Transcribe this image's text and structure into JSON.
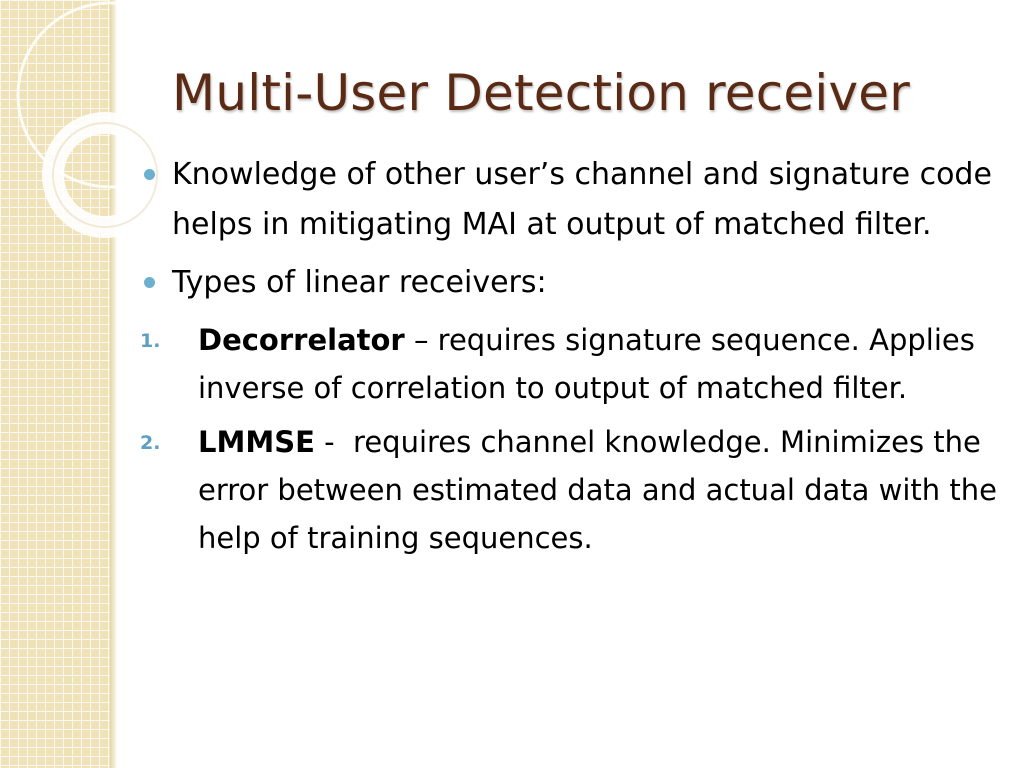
{
  "slide": {
    "title": "Multi-User Detection receiver",
    "bullets": [
      {
        "text": "Knowledge of other user’s channel and signature code helps in mitigating MAI at output of matched filter."
      },
      {
        "text": "Types of linear receivers:"
      }
    ],
    "numbered": [
      {
        "marker": "1.",
        "term": "Decorrelator",
        "separator": " – ",
        "text": "requires signature sequence. Applies inverse of correlation to output of matched filter."
      },
      {
        "marker": "2.",
        "term": "LMMSE",
        "separator": " -  ",
        "text": "requires channel knowledge. Minimizes the error between estimated data and actual data with the help of training sequences."
      }
    ]
  },
  "theme": {
    "title_color": "#5b2a14",
    "bullet_color": "#6bb0cf",
    "number_color": "#5c9fbf",
    "band_color": "#efe2b8"
  }
}
